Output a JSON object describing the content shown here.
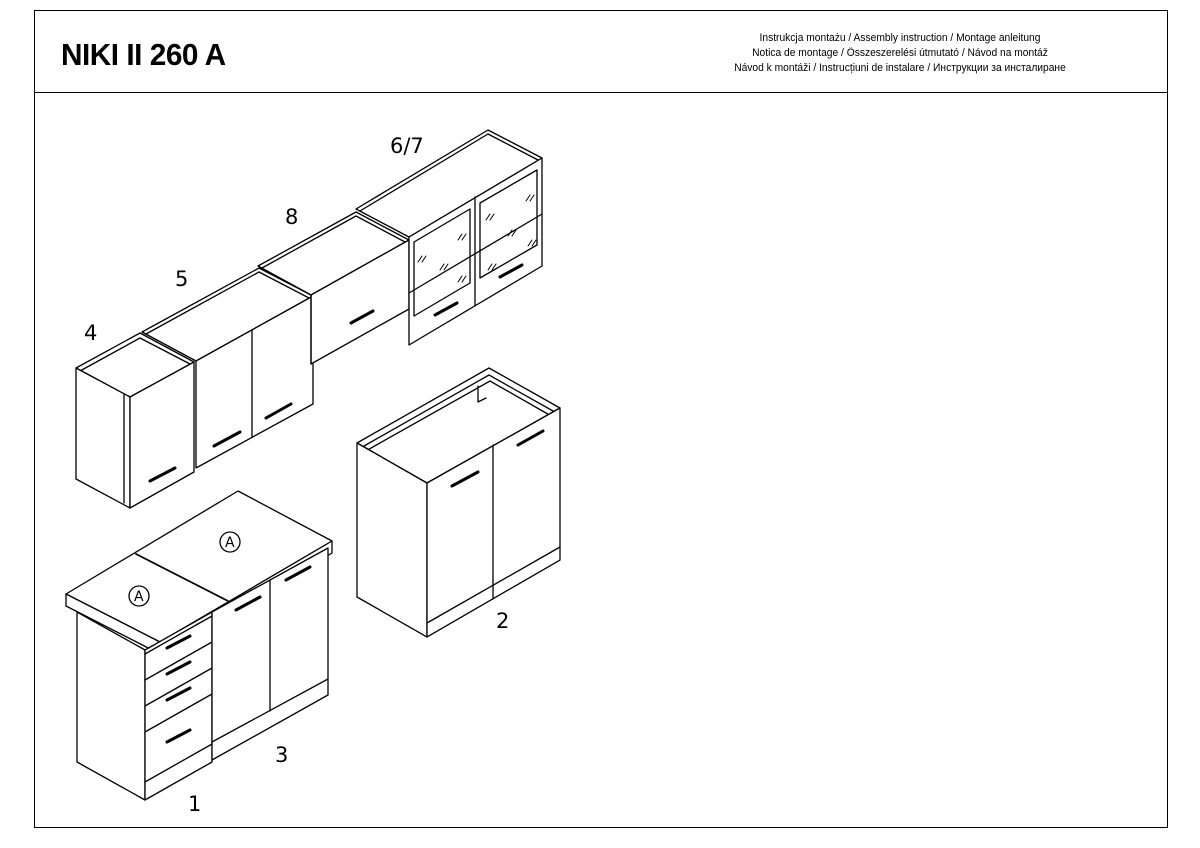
{
  "header": {
    "model_title": "NIKI II 260 A",
    "instructions": [
      "Instrukcja montażu / Assembly instruction / Montage anleitung",
      "Notica de montage / Összeszerelési útmutató / Návod na montáž",
      "Návod k montáži / Instrucțiuni de instalare / Инструкции за инсталиране"
    ]
  },
  "drawing": {
    "labels": {
      "cab_1": "1",
      "cab_2": "2",
      "cab_3": "3",
      "cab_4": "4",
      "cab_5": "5",
      "cab_8": "8",
      "cab_67": "6/7",
      "worktop_a": "A"
    }
  }
}
